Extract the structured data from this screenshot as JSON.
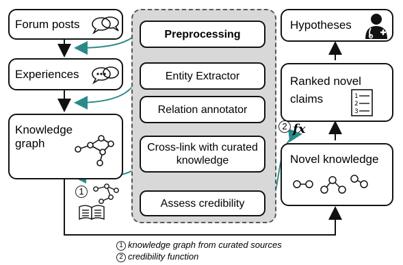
{
  "sources": {
    "forum_posts": "Forum posts",
    "experiences": "Experiences",
    "knowledge_graph": "Knowledge graph"
  },
  "pipeline": {
    "preprocessing": "Preprocessing",
    "entity_extractor": "Entity Extractor",
    "relation_annotator": "Relation annotator",
    "cross_link": "Cross-link with curated knowledge",
    "assess_credibility": "Assess credibility"
  },
  "outputs": {
    "hypotheses": "Hypotheses",
    "ranked_claims": "Ranked novel claims",
    "novel_knowledge": "Novel knowledge"
  },
  "markers": {
    "one": "1",
    "two": "2",
    "fx": "fx"
  },
  "legend": {
    "item1_num": "1",
    "item1_text": "knowledge graph from curated sources",
    "item2_num": "2",
    "item2_text": "credibility function"
  },
  "colors": {
    "arrow_teal": "#2a8a8a",
    "panel_fill": "#d8d8d8"
  }
}
